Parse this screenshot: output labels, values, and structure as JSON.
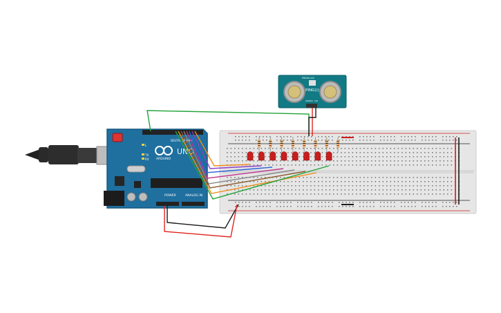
{
  "board": {
    "logo_text": "ARDUINO",
    "model_text": "UNO",
    "header_digital_label": "DIGITAL (PWM~)",
    "header_power_label": "POWER",
    "header_analog_label": "ANALOG IN",
    "led_tx_label": "TX",
    "led_rx_label": "RX",
    "led_l_label": "L"
  },
  "sensor": {
    "brand_text": "PARALLAX",
    "model_text": "PING)))",
    "pin_labels": [
      "GND",
      "5V",
      "SIG"
    ]
  },
  "breadboard": {
    "led_count": 8,
    "resistor_count": 8
  },
  "colors": {
    "board": "#1f6f9f",
    "breadboard": "#e6e6e6",
    "sensor_pcb": "#117a84",
    "led_red": "#c81e1e",
    "rail_red": "#d11a1a",
    "rail_black": "#222222",
    "wire_green": "#22a33a",
    "wire_red": "#e0241f",
    "wire_black": "#1a1a1a",
    "wire_orange": "#f08c1c",
    "wire_purple": "#8c3fc8",
    "wire_magenta": "#c2338f",
    "wire_blue": "#2e64d6",
    "wire_gray": "#888888",
    "wire_brown": "#8b5a2b",
    "wire_yellow": "#d8c21c"
  }
}
